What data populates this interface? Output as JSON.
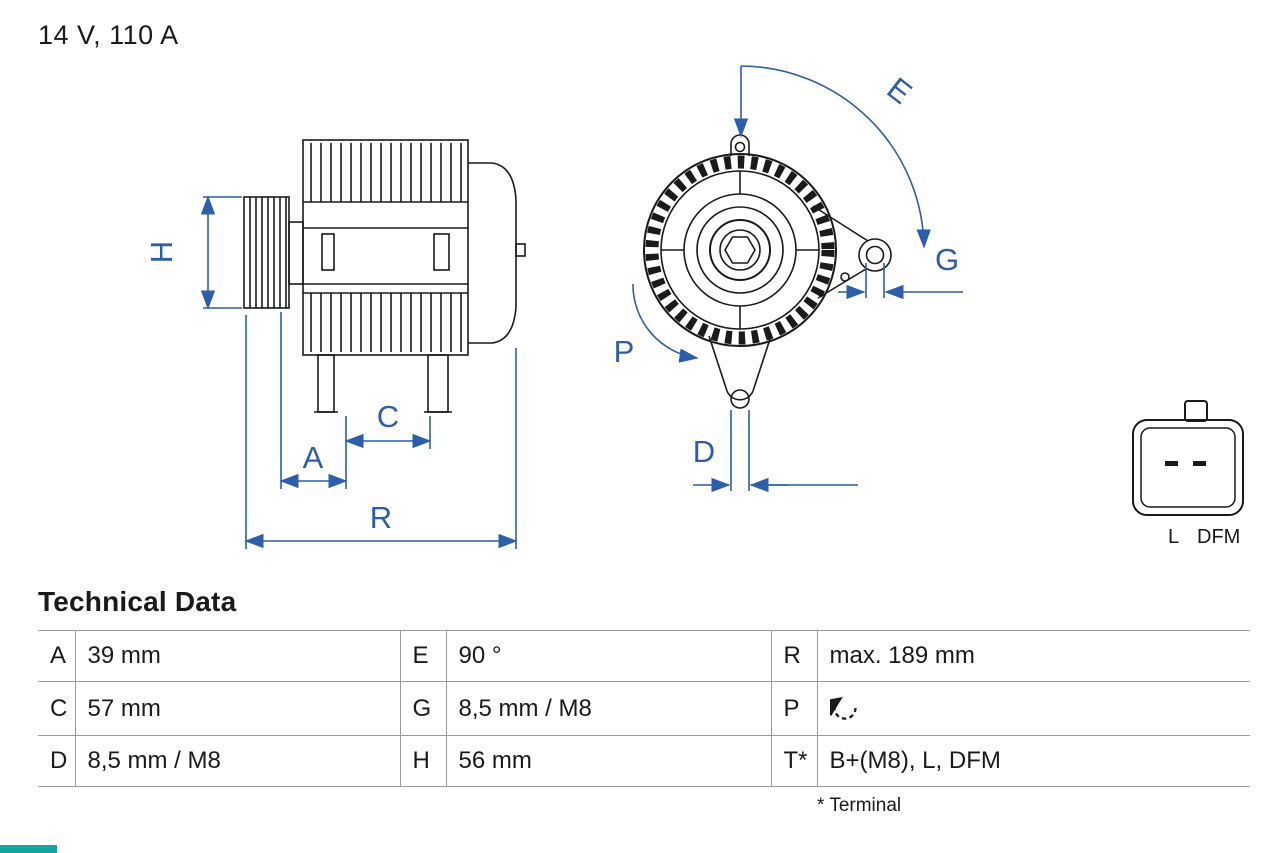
{
  "header": {
    "title": "14 V, 110 A"
  },
  "diagram": {
    "dimension_labels": {
      "H": "H",
      "A": "A",
      "C": "C",
      "R": "R",
      "E": "E",
      "G": "G",
      "P": "P",
      "D": "D"
    },
    "connector": {
      "labels": [
        "L",
        "DFM"
      ]
    },
    "colors": {
      "dimension_blue": "#2d5ea9",
      "line_black": "#1a1a1a",
      "table_border": "#9b9b9b",
      "artifact_teal": "#14a5a1"
    }
  },
  "technical_data": {
    "heading": "Technical Data",
    "rows": [
      {
        "cells": [
          {
            "key": "A",
            "value": "39 mm"
          },
          {
            "key": "E",
            "value": "90 °"
          },
          {
            "key": "R",
            "value": "max. 189 mm"
          }
        ]
      },
      {
        "cells": [
          {
            "key": "C",
            "value": "57 mm"
          },
          {
            "key": "G",
            "value": "8,5 mm / M8"
          },
          {
            "key": "P",
            "value": "",
            "icon": "rotation-direction-icon"
          }
        ]
      },
      {
        "cells": [
          {
            "key": "D",
            "value": "8,5 mm / M8"
          },
          {
            "key": "H",
            "value": "56 mm"
          },
          {
            "key": "T*",
            "value": "B+(M8), L, DFM"
          }
        ]
      }
    ],
    "footnote": "* Terminal"
  }
}
